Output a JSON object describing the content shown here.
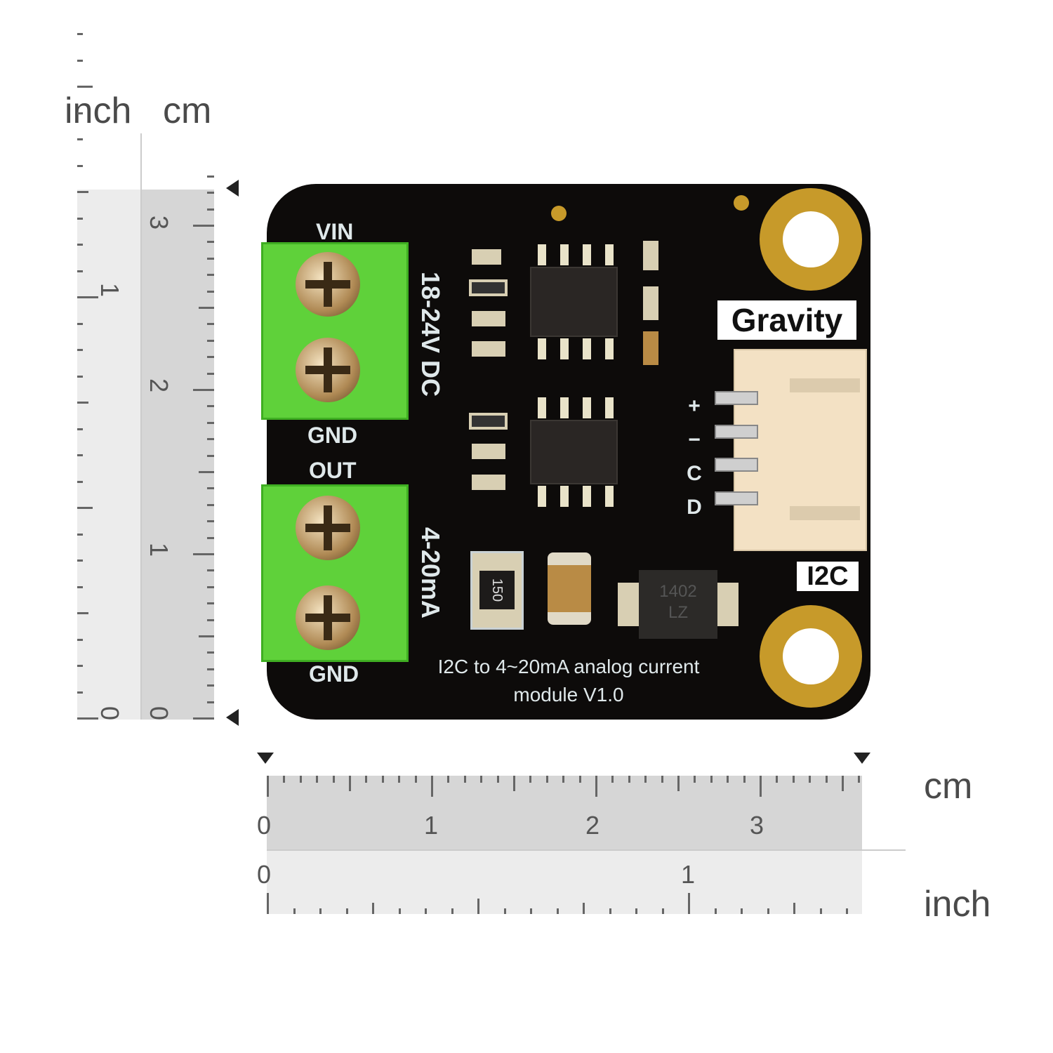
{
  "left_ruler": {
    "unit_inch": "inch",
    "unit_cm": "cm",
    "cm_numbers": [
      "0",
      "1",
      "2",
      "3"
    ],
    "inch_numbers": [
      "0",
      "1"
    ]
  },
  "bottom_ruler": {
    "unit_cm": "cm",
    "unit_inch": "inch",
    "cm_numbers": [
      "0",
      "1",
      "2",
      "3"
    ],
    "inch_numbers": [
      "0",
      "1"
    ]
  },
  "board": {
    "vin": "VIN",
    "gnd_top": "GND",
    "out": "OUT",
    "gnd_bottom": "GND",
    "supply": "18-24V DC",
    "current": "4-20mA",
    "brand": "Gravity",
    "interface": "I2C",
    "pins": [
      "+",
      "−",
      "C",
      "D"
    ],
    "resistor_code": "150",
    "diode_code_1": "1402",
    "diode_code_2": "LZ",
    "title_line1": "I2C to 4~20mA analog current",
    "title_line2": "module V1.0"
  },
  "colors": {
    "board": "#0d0b0a",
    "terminal": "#5fd13a",
    "gold": "#c79a2a",
    "connector": "#f3e1c4"
  }
}
